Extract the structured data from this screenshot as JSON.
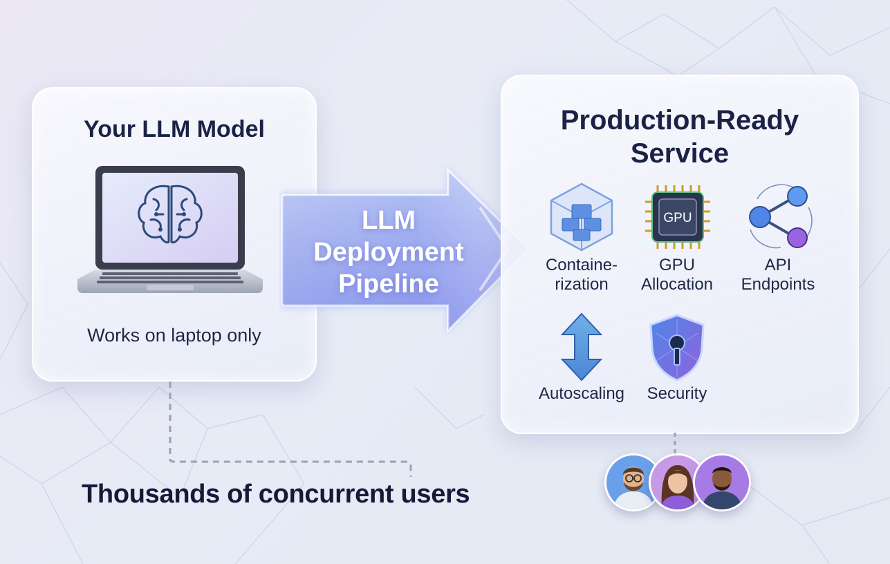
{
  "left_card": {
    "title": "Your LLM Model",
    "subtitle": "Works on laptop only",
    "icon": "laptop-brain-icon"
  },
  "pipeline": {
    "lines": [
      "LLM",
      "Deployment",
      "Pipeline"
    ],
    "icon": "arrow-right-icon"
  },
  "right_card": {
    "title_lines": [
      "Production-Ready",
      "Service"
    ],
    "features": [
      {
        "line1": "Containe-",
        "line2": "rization",
        "icon": "container-cube-icon"
      },
      {
        "line1": "GPU",
        "line2": "Allocation",
        "icon": "gpu-chip-icon"
      },
      {
        "line1": "API",
        "line2": "Endpoints",
        "icon": "share-nodes-icon"
      },
      {
        "line1": "Autoscaling",
        "line2": "",
        "icon": "up-down-arrow-icon"
      },
      {
        "line1": "Security",
        "line2": "",
        "icon": "shield-key-icon"
      }
    ],
    "gpu_chip_text": "GPU"
  },
  "bottom": {
    "text": "Thousands of concurrent users",
    "avatars": [
      "man-beard-avatar",
      "woman-avatar",
      "man-avatar"
    ]
  },
  "colors": {
    "title_text": "#1a2345",
    "arrow_start": "#8aa6f0",
    "arrow_end": "#9a7fe8",
    "accent_blue": "#4f86e6",
    "accent_purple": "#9a63e0"
  }
}
